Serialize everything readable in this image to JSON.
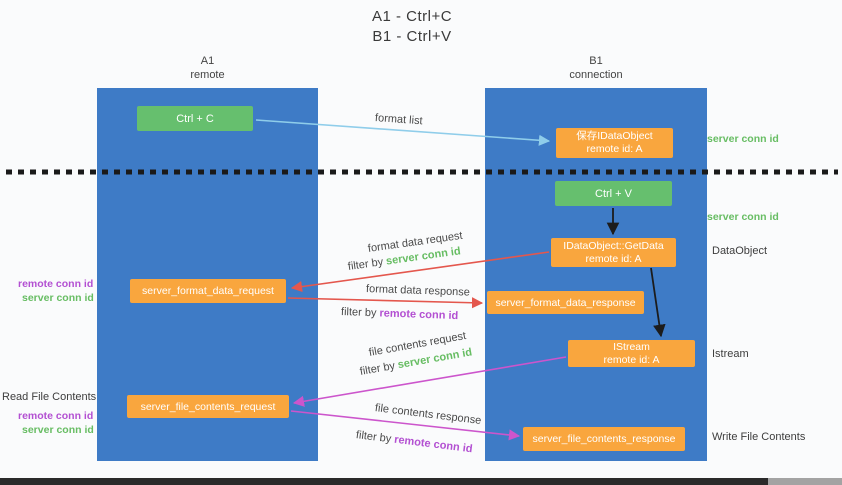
{
  "title": {
    "line1": "A1 - Ctrl+C",
    "line2": "B1 - Ctrl+V"
  },
  "lanes": {
    "left": {
      "name": "A1",
      "role": "remote"
    },
    "right": {
      "name": "B1",
      "role": "connection"
    }
  },
  "nodes": {
    "ctrl_c": {
      "label": "Ctrl + C"
    },
    "ctrl_v": {
      "label": "Ctrl + V"
    },
    "save_dataobject": {
      "line1": "保存IDataObject",
      "line2": "remote id: A"
    },
    "getdata": {
      "line1": "IDataObject::GetData",
      "line2": "remote id: A"
    },
    "istream": {
      "line1": "IStream",
      "line2": "remote id: A"
    },
    "format_request": {
      "label": "server_format_data_request"
    },
    "format_response": {
      "label": "server_format_data_response"
    },
    "file_request": {
      "label": "server_file_contents_request"
    },
    "file_response": {
      "label": "server_file_contents_response"
    }
  },
  "arrow_labels": {
    "format_list": "format list",
    "format_data_request": "format data request",
    "format_data_response": "format data response",
    "file_contents_request": "file contents request",
    "file_contents_response": "file contents response",
    "filter_by": "filter by",
    "server_conn_id": "server conn id",
    "remote_conn_id": "remote conn id"
  },
  "side_labels": {
    "dataobject": "DataObject",
    "istream": "Istream",
    "write_file_contents": "Write File Contents",
    "read_file_contents": "Read File Contents"
  },
  "colors": {
    "lane_blue": "#3e7bc6",
    "node_green": "#66bf6e",
    "node_orange": "#f9a63e",
    "text_green": "#67bd63",
    "text_purple": "#b350d2",
    "arrow_red": "#e4574d",
    "arrow_magenta": "#cc55cc",
    "arrow_blue": "#8fcdea",
    "arrow_black": "#1c1c1c"
  }
}
